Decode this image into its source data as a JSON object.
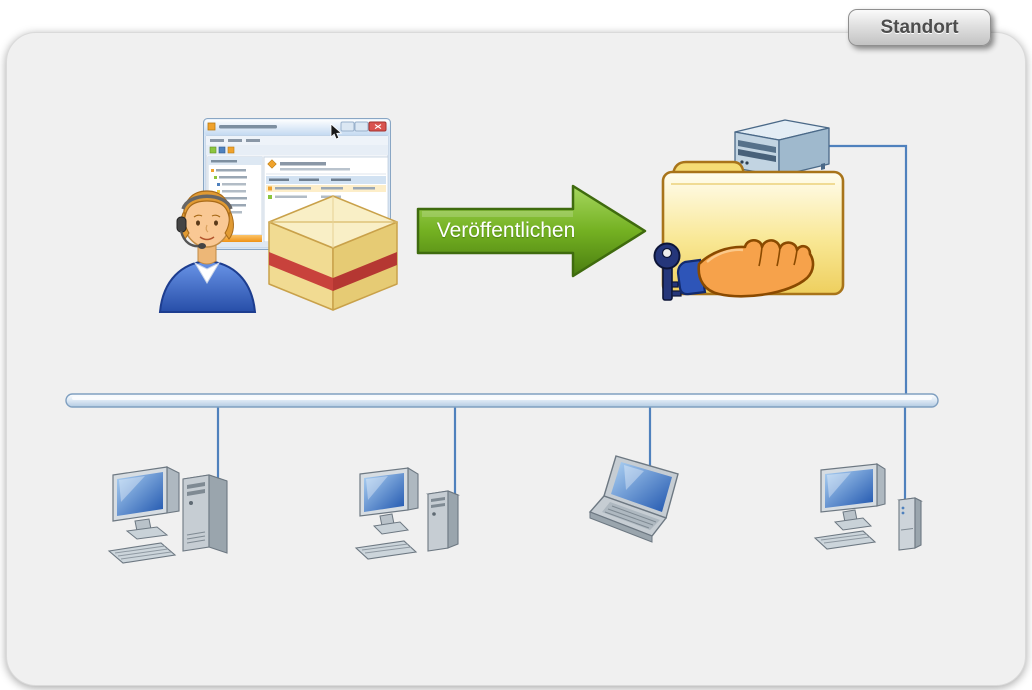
{
  "scene": {
    "tab": {
      "label": "Standort"
    },
    "publish_arrow": {
      "label": "Veröffentlichen"
    }
  },
  "colors": {
    "panel_bg": "#f0f0f0",
    "tab_text": "#4d4d4d",
    "arrow_green": "#74b122",
    "arrow_green_dark": "#3f6b0e",
    "arrow_text": "#ffffff",
    "connector_blue": "#4f81bd",
    "bus_border": "#7f9fc0",
    "folder_yellow": "#f7e27a",
    "folder_border": "#a8741a",
    "screen_blue": "#2a5fb4",
    "hand_orange": "#f6a24b",
    "key_navy": "#25367a",
    "package_tan": "#f1db92",
    "package_stripe_red": "#c8423c",
    "server_steel": "#c2d4e2"
  },
  "icons": [
    "application-window-icon",
    "mouse-cursor-icon",
    "operator-with-headset-icon",
    "software-package-icon",
    "publish-arrow",
    "server-icon",
    "shared-folder-hand-icon",
    "key-icon",
    "network-bus",
    "desktop-tower-icon",
    "desktop-compact-icon",
    "laptop-icon",
    "thin-client-icon"
  ]
}
